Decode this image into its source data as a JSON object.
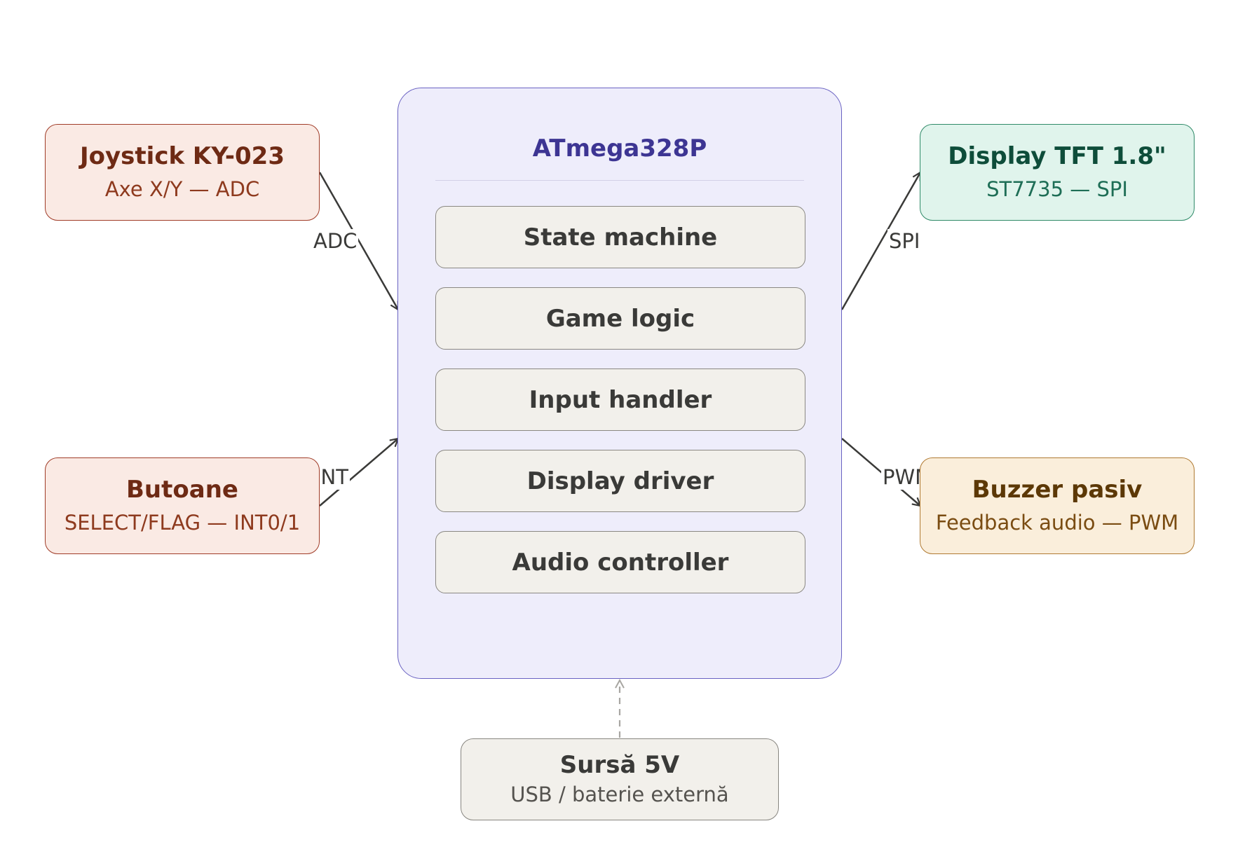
{
  "mcu": {
    "title": "ATmega328P",
    "modules": [
      "State machine",
      "Game logic",
      "Input handler",
      "Display driver",
      "Audio controller"
    ]
  },
  "nodes": {
    "joystick": {
      "title": "Joystick KY-023",
      "subtitle": "Axe X/Y — ADC"
    },
    "buttons": {
      "title": "Butoane",
      "subtitle": "SELECT/FLAG — INT0/1"
    },
    "display": {
      "title": "Display TFT 1.8\"",
      "subtitle": "ST7735 — SPI"
    },
    "buzzer": {
      "title": "Buzzer pasiv",
      "subtitle": "Feedback audio — PWM"
    },
    "power": {
      "title": "Sursă 5V",
      "subtitle": "USB / baterie externă"
    }
  },
  "edges": {
    "adc": "ADC",
    "int": "INT",
    "spi": "SPI",
    "pwm": "PWM"
  },
  "colors": {
    "input": "#faeae4",
    "output_display": "#e0f4ec",
    "output_audio": "#faeedb",
    "mcu": "#eeedfb",
    "neutral": "#f2f0eb"
  }
}
